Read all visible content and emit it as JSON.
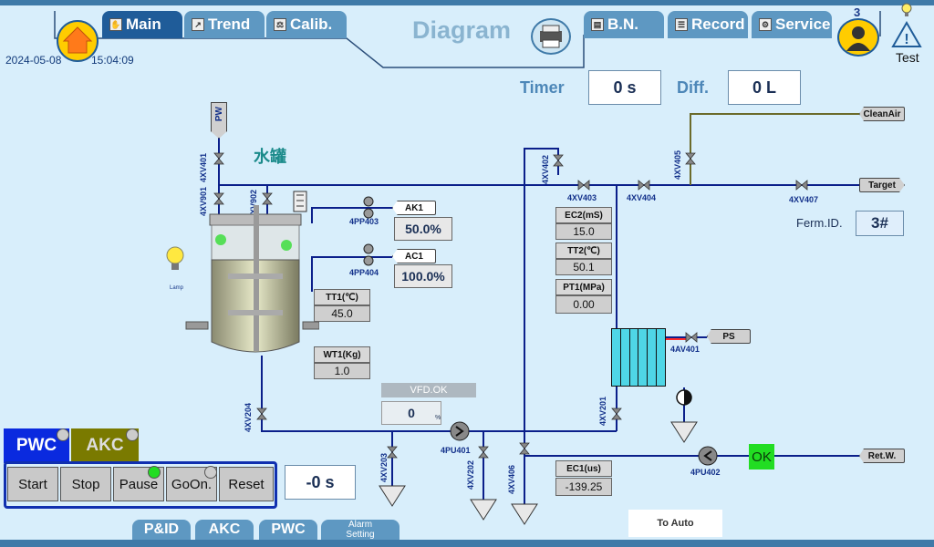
{
  "header": {
    "date": "2024-05-08",
    "time": "15:04:09",
    "title": "Diagram",
    "tabs": [
      {
        "label": "Main",
        "icon": "hand-icon"
      },
      {
        "label": "Trend",
        "icon": "chart-icon"
      },
      {
        "label": "Calib.",
        "icon": "calib-icon"
      },
      {
        "label": "B.N.",
        "icon": "doc-icon"
      },
      {
        "label": "Record",
        "icon": "record-icon"
      },
      {
        "label": "Service",
        "icon": "service-icon"
      }
    ],
    "user_count": "3",
    "test_label": "Test"
  },
  "status": {
    "timer_label": "Timer",
    "timer_value": "0 s",
    "diff_label": "Diff.",
    "diff_value": "0 L"
  },
  "tank_label": "水罐",
  "lamp_label": "Lamp",
  "valves": {
    "v401": "4XV401",
    "v901": "4XV901",
    "v902": "4XV902",
    "v402": "4XV402",
    "v403": "4XV403",
    "v404": "4XV404",
    "v405": "4XV405",
    "v407": "4XV407",
    "v201": "4XV201",
    "v202": "4XV202",
    "v203": "4XV203",
    "v204": "4XV204",
    "v406": "4XV406",
    "av401": "4AV401"
  },
  "pumps": {
    "pp403": "4PP403",
    "pp404": "4PP404",
    "pu401": "4PU401",
    "pu402": "4PU402"
  },
  "connections": {
    "pw": "PW",
    "clean_air": "CleanAir",
    "target": "Target",
    "ps": "PS",
    "ret_w": "Ret.W."
  },
  "ferm": {
    "label": "Ferm.ID.",
    "value": "3#"
  },
  "instruments": {
    "ak1": {
      "label": "AK1",
      "value": "50.0%"
    },
    "ac1": {
      "label": "AC1",
      "value": "100.0%"
    },
    "tt1": {
      "label": "TT1(℃)",
      "value": "45.0"
    },
    "wt1": {
      "label": "WT1(Kg)",
      "value": "1.0"
    },
    "ec2": {
      "label": "EC2(mS)",
      "value": "15.0"
    },
    "tt2": {
      "label": "TT2(℃)",
      "value": "50.1"
    },
    "pt1": {
      "label": "PT1(MPa)",
      "value": "0.00"
    },
    "ec1": {
      "label": "EC1(us)",
      "value": "-139.25"
    }
  },
  "vfd": {
    "label": "VFD.OK",
    "value": "0",
    "unit": "%"
  },
  "ok_label": "OK",
  "mode": {
    "pwc": "PWC",
    "akc": "AKC",
    "buttons": [
      "Start",
      "Stop",
      "Pause",
      "GoOn.",
      "Reset"
    ],
    "time": "-0 s"
  },
  "bottom_tabs": [
    "P&ID",
    "AKC",
    "PWC",
    "Alarm Setting"
  ],
  "to_auto": "To Auto",
  "colors": {
    "pipe": "#0b1f8a",
    "nav": "#5e98c2",
    "nav_active": "#1f5c99",
    "ok": "#22dd22",
    "hx": "#4fd6e6"
  }
}
